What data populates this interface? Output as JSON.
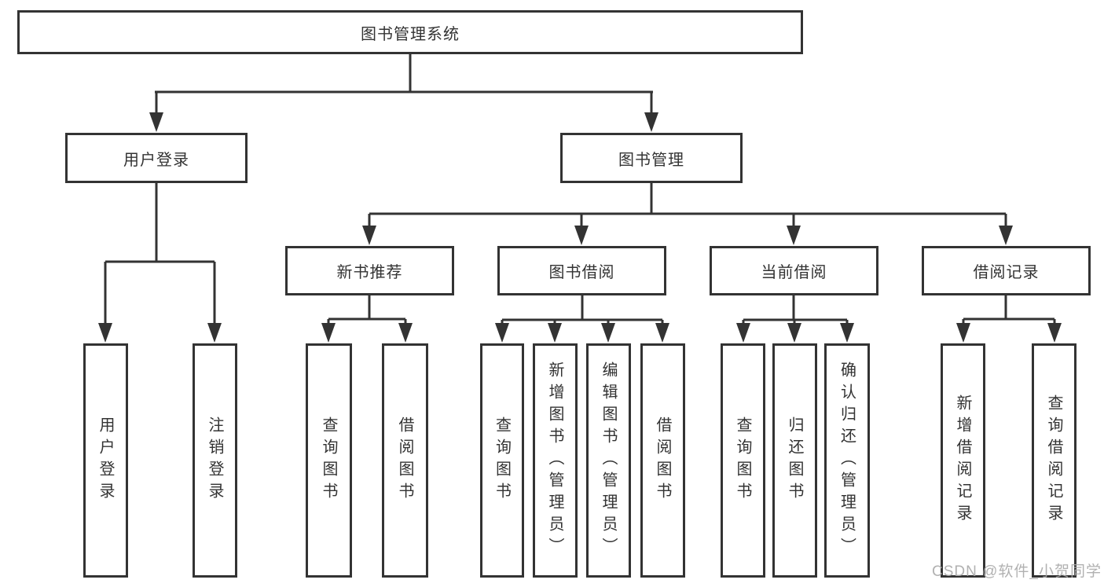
{
  "tree": {
    "root_label": "图书管理系统",
    "branches": [
      {
        "label": "用户登录",
        "children": [
          {
            "label": "用户登录"
          },
          {
            "label": "注销登录"
          }
        ]
      },
      {
        "label": "图书管理",
        "children": [
          {
            "label": "新书推荐",
            "children": [
              {
                "label": "查询图书"
              },
              {
                "label": "借阅图书"
              }
            ]
          },
          {
            "label": "图书借阅",
            "children": [
              {
                "label": "查询图书"
              },
              {
                "label": "新增图书（管理员）"
              },
              {
                "label": "编辑图书（管理员）"
              },
              {
                "label": "借阅图书"
              }
            ]
          },
          {
            "label": "当前借阅",
            "children": [
              {
                "label": "查询图书"
              },
              {
                "label": "归还图书"
              },
              {
                "label": "确认归还（管理员）"
              }
            ]
          },
          {
            "label": "借阅记录",
            "children": [
              {
                "label": "新增借阅记录"
              },
              {
                "label": "查询借阅记录"
              }
            ]
          }
        ]
      }
    ]
  },
  "watermark": {
    "text": "CSDN @软件_小贺同学"
  },
  "colors": {
    "line": "#333333",
    "box_border": "#333333",
    "text": "#333333",
    "background": "#ffffff",
    "watermark": "#a9a9a9"
  }
}
